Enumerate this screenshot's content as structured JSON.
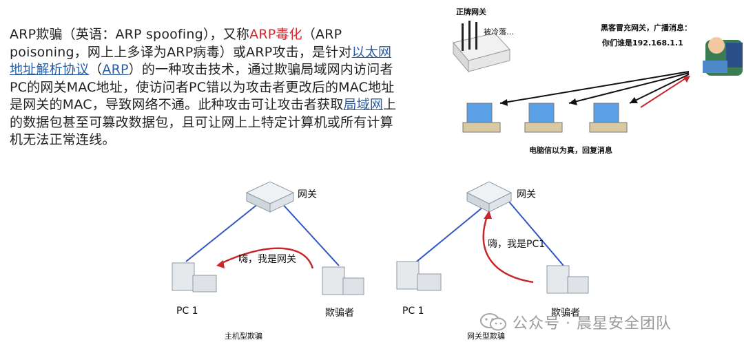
{
  "paragraph": {
    "seg1": "ARP欺骗（英语：ARP spoofing），又称",
    "seg2_red": "ARP毒化",
    "seg3": "（ARP poisoning，网上上多译为ARP病毒）或ARP攻击，是针对",
    "seg4_link": "以太网地址解析协议",
    "seg5": "（",
    "seg6_link": "ARP",
    "seg7": "）的一种攻击技术，通过欺骗局域网内访问者PC的网关MAC地址，使访问者PC错以为攻击者更改后的MAC地址是网关的MAC，导致网络不通。此种攻击可让攻击者获取",
    "seg8_link": "局域网",
    "seg9": "上的数据包甚至可篡改数据包，且可让网上上特定计算机或所有计算机无法正常连线。"
  },
  "top_diagram": {
    "title": "正牌网关",
    "router_label": "被冷落…",
    "hacker_line1": "黑客冒充网关，广播消息：",
    "hacker_line2": "你们谁是192.168.1.1",
    "bottom_text": "电脑信以为真，回复消息"
  },
  "left_diagram": {
    "gateway_label": "网关",
    "speech": "嗨，我是网关",
    "pc_label": "PC 1",
    "attacker_label": "欺骗者",
    "caption": "主机型欺骗"
  },
  "right_diagram": {
    "gateway_label": "网关",
    "speech": "嗨，我是PC1",
    "pc_label": "PC 1",
    "attacker_label": "欺骗者",
    "caption": "网关型欺骗"
  },
  "watermark": {
    "text": "公众号 · 晨星安全团队",
    "icon": "wechat-icon"
  },
  "colors": {
    "text": "#222222",
    "red": "#d8262b",
    "link": "#2a5d9f",
    "line_blue": "#2f55c4",
    "arrow_red": "#c8262b",
    "watermark": "#9a9a9a"
  }
}
